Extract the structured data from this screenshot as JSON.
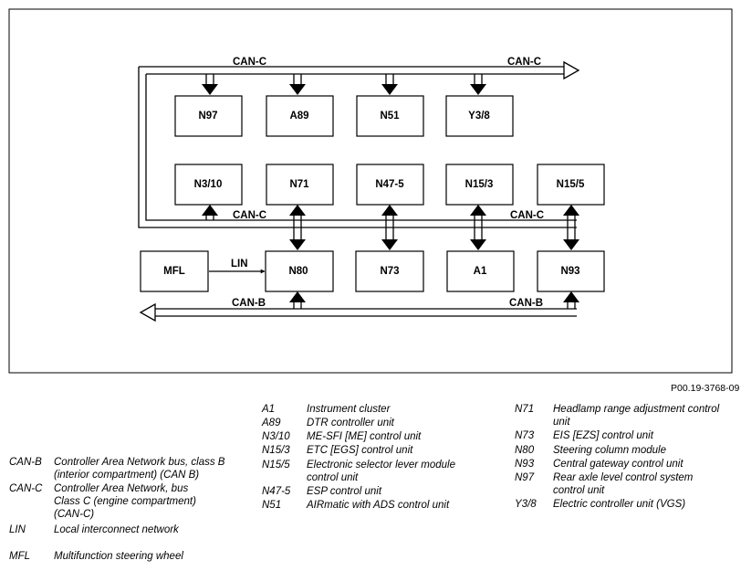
{
  "diagram": {
    "boxes": {
      "n97": "N97",
      "a89": "A89",
      "n51": "N51",
      "y38": "Y3/8",
      "n310": "N3/10",
      "n71": "N71",
      "n475": "N47-5",
      "n153": "N15/3",
      "n155": "N15/5",
      "mfl": "MFL",
      "n80": "N80",
      "n73": "N73",
      "a1": "A1",
      "n93": "N93"
    },
    "bus_labels": {
      "canc_top_left": "CAN-C",
      "canc_top_right": "CAN-C",
      "canc_mid_left": "CAN-C",
      "canc_mid_right": "CAN-C",
      "lin": "LIN",
      "canb_left": "CAN-B",
      "canb_right": "CAN-B"
    },
    "figure_code": "P00.19-3768-09"
  },
  "legend": {
    "col1": [
      {
        "code": "CAN-B",
        "desc": "Controller Area Network bus, class B (interior compartment) (CAN B)"
      },
      {
        "code": "CAN-C",
        "desc": "Controller Area Network, bus Class C (engine compartment) (CAN-C)"
      },
      {
        "code": "LIN",
        "desc": "Local interconnect network"
      },
      {
        "code": "MFL",
        "desc": "Multifunction steering wheel"
      }
    ],
    "col2": [
      {
        "code": "A1",
        "desc": "Instrument cluster"
      },
      {
        "code": "A89",
        "desc": "DTR controller unit"
      },
      {
        "code": "N3/10",
        "desc": "ME-SFI [ME] control unit"
      },
      {
        "code": "N15/3",
        "desc": "ETC [EGS] control unit"
      },
      {
        "code": "N15/5",
        "desc": "Electronic selector lever module control unit"
      },
      {
        "code": "N47-5",
        "desc": "ESP control unit"
      },
      {
        "code": "N51",
        "desc": "AIRmatic with ADS control unit"
      }
    ],
    "col3": [
      {
        "code": "N71",
        "desc": "Headlamp range adjustment control unit"
      },
      {
        "code": "N73",
        "desc": "EIS [EZS] control unit"
      },
      {
        "code": "N80",
        "desc": "Steering column module"
      },
      {
        "code": "N93",
        "desc": "Central gateway control unit"
      },
      {
        "code": "N97",
        "desc": "Rear axle level control system control unit"
      },
      {
        "code": "Y3/8",
        "desc": "Electric controller unit (VGS)"
      }
    ]
  }
}
